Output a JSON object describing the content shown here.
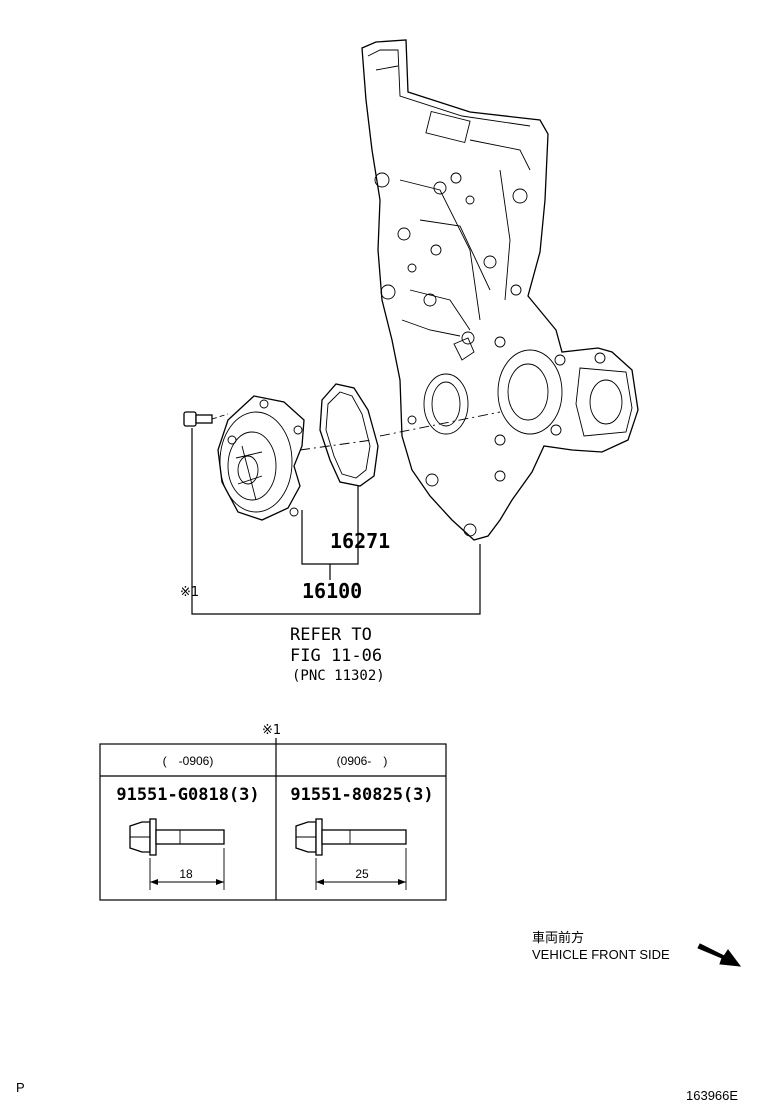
{
  "callouts": {
    "gasket_part": "16271",
    "pump_assembly_part": "16100",
    "note_mark": "※1",
    "refer_line1": "REFER TO",
    "refer_line2": "FIG 11-06",
    "refer_line3": "(PNC 11302)"
  },
  "bolt_table": {
    "note_mark": "※1",
    "columns": [
      {
        "period": "(　-0906)",
        "part_number": "91551-G0818(3)",
        "length": "18"
      },
      {
        "period": "(0906-　)",
        "part_number": "91551-80825(3)",
        "length": "25"
      }
    ]
  },
  "direction": {
    "label_jp": "車両前方",
    "label_en": "VEHICLE FRONT SIDE",
    "icon": "arrow-down-right-icon"
  },
  "footer": {
    "page_letter": "P",
    "figure_code": "163966E"
  }
}
